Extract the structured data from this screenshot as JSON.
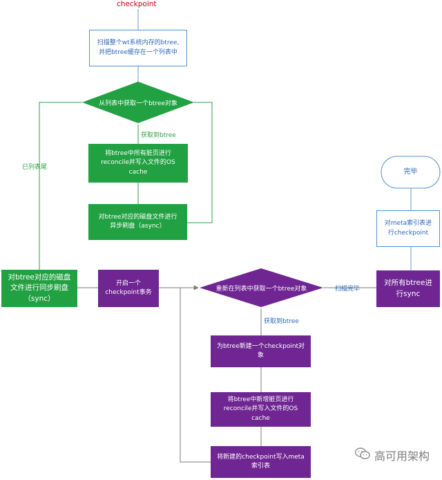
{
  "title": "checkpoint",
  "nodes": {
    "scan": "扫描整个wt系统内存的btree,\n并把btree缓存在一个列表中",
    "get_btree": "从列表中获取一个btree对象",
    "reconcile": "将btree中所有脏页进行\nreconcile并写入文件的OS\ncache",
    "async_flush": "对btree对应的磁盘文件进行\n异步刷盘（async）",
    "sync_flush": "对btree对应的磁盘\n文件进行同步刷盘\n（sync）",
    "start_txn": "开启一个\ncheckpoint事务",
    "reget_btree": "重新在列表中获取一个btree对象",
    "new_checkpoint": "为btree新建一个checkpoint对\n象",
    "reconcile_new": "将btree中新增脏页进行\nreconcile并写入文件的OS\ncache",
    "write_meta": "将新建的checkpoint写入meta\n索引表",
    "sync_all": "对所有btree进\n行sync",
    "meta_checkpoint": "对meta索引表进\n行checkpoint",
    "done": "完毕"
  },
  "edge_labels": {
    "got_btree_1": "获取到btree",
    "list_end": "已列表尾",
    "got_btree_2": "获取到btree",
    "scan_done": "扫描完毕"
  },
  "colors": {
    "green": "#22a142",
    "purple": "#6f2592",
    "blue_border": "#4f8fd4",
    "title": "#c0000f"
  },
  "watermark": {
    "icon": "wechat-icon",
    "text": "高可用架构"
  }
}
